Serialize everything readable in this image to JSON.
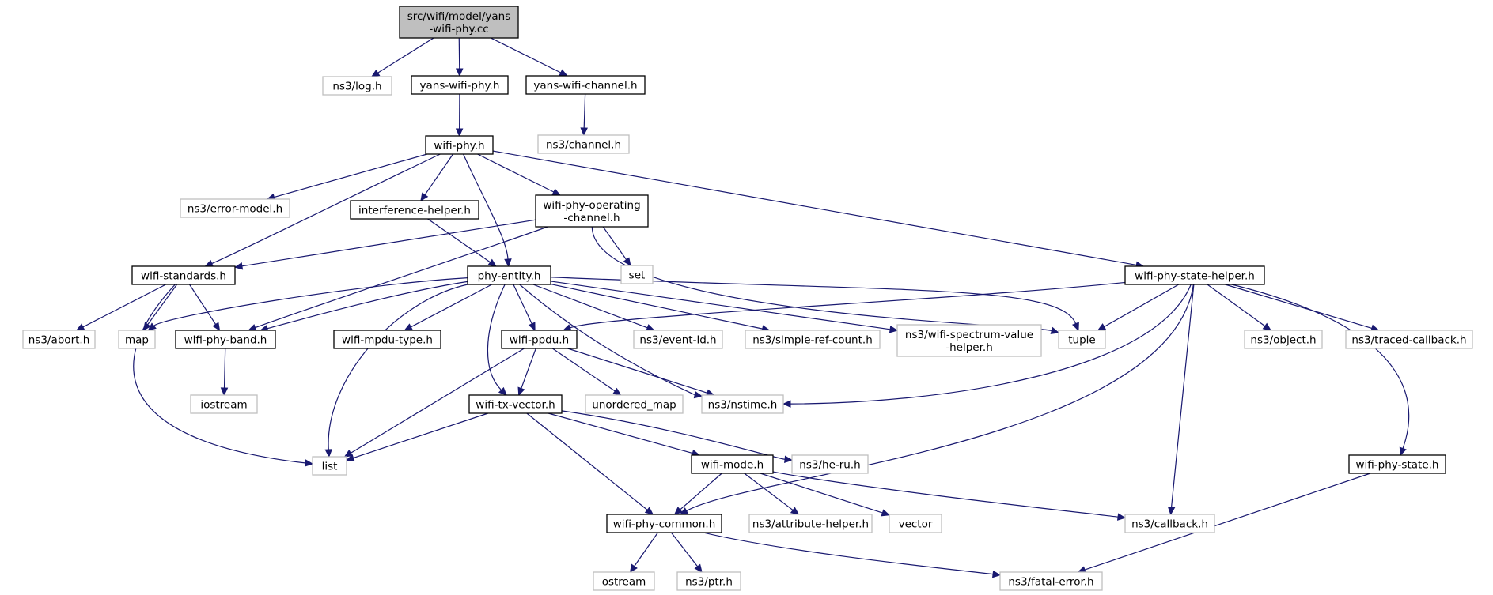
{
  "colors": {
    "edge": "#191970",
    "root_fill": "#bfbfbf",
    "root_border": "#000000",
    "local_border": "#000000",
    "external_border": "#bfbfbf",
    "external_text": "#3c3c3c"
  },
  "nodes": [
    {
      "id": "root",
      "lines": [
        "src/wifi/model/yans",
        "-wifi-phy.cc"
      ],
      "kind": "root"
    },
    {
      "id": "log",
      "lines": [
        "ns3/log.h"
      ],
      "kind": "external"
    },
    {
      "id": "yansphy",
      "lines": [
        "yans-wifi-phy.h"
      ],
      "kind": "local"
    },
    {
      "id": "yanschan",
      "lines": [
        "yans-wifi-channel.h"
      ],
      "kind": "local"
    },
    {
      "id": "channel",
      "lines": [
        "ns3/channel.h"
      ],
      "kind": "external"
    },
    {
      "id": "wifiphy",
      "lines": [
        "wifi-phy.h"
      ],
      "kind": "local"
    },
    {
      "id": "errmodel",
      "lines": [
        "ns3/error-model.h"
      ],
      "kind": "external"
    },
    {
      "id": "interf",
      "lines": [
        "interference-helper.h"
      ],
      "kind": "local"
    },
    {
      "id": "opchan",
      "lines": [
        "wifi-phy-operating",
        "-channel.h"
      ],
      "kind": "local"
    },
    {
      "id": "set",
      "lines": [
        "set"
      ],
      "kind": "external"
    },
    {
      "id": "standards",
      "lines": [
        "wifi-standards.h"
      ],
      "kind": "local"
    },
    {
      "id": "phyentity",
      "lines": [
        "phy-entity.h"
      ],
      "kind": "local"
    },
    {
      "id": "statehelper",
      "lines": [
        "wifi-phy-state-helper.h"
      ],
      "kind": "local"
    },
    {
      "id": "abort",
      "lines": [
        "ns3/abort.h"
      ],
      "kind": "external"
    },
    {
      "id": "map",
      "lines": [
        "map"
      ],
      "kind": "external"
    },
    {
      "id": "band",
      "lines": [
        "wifi-phy-band.h"
      ],
      "kind": "local"
    },
    {
      "id": "mpdutype",
      "lines": [
        "wifi-mpdu-type.h"
      ],
      "kind": "local"
    },
    {
      "id": "ppdu",
      "lines": [
        "wifi-ppdu.h"
      ],
      "kind": "local"
    },
    {
      "id": "eventid",
      "lines": [
        "ns3/event-id.h"
      ],
      "kind": "external"
    },
    {
      "id": "simpleref",
      "lines": [
        "ns3/simple-ref-count.h"
      ],
      "kind": "external"
    },
    {
      "id": "spectrum",
      "lines": [
        "ns3/wifi-spectrum-value",
        "-helper.h"
      ],
      "kind": "external"
    },
    {
      "id": "tuple",
      "lines": [
        "tuple"
      ],
      "kind": "external"
    },
    {
      "id": "object",
      "lines": [
        "ns3/object.h"
      ],
      "kind": "external"
    },
    {
      "id": "traced",
      "lines": [
        "ns3/traced-callback.h"
      ],
      "kind": "external"
    },
    {
      "id": "iostream",
      "lines": [
        "iostream"
      ],
      "kind": "external"
    },
    {
      "id": "txvector",
      "lines": [
        "wifi-tx-vector.h"
      ],
      "kind": "local"
    },
    {
      "id": "unordered",
      "lines": [
        "unordered_map"
      ],
      "kind": "external"
    },
    {
      "id": "nstime",
      "lines": [
        "ns3/nstime.h"
      ],
      "kind": "external"
    },
    {
      "id": "list",
      "lines": [
        "list"
      ],
      "kind": "external"
    },
    {
      "id": "mode",
      "lines": [
        "wifi-mode.h"
      ],
      "kind": "local"
    },
    {
      "id": "heru",
      "lines": [
        "ns3/he-ru.h"
      ],
      "kind": "external"
    },
    {
      "id": "phystate",
      "lines": [
        "wifi-phy-state.h"
      ],
      "kind": "local"
    },
    {
      "id": "common",
      "lines": [
        "wifi-phy-common.h"
      ],
      "kind": "local"
    },
    {
      "id": "attrhelper",
      "lines": [
        "ns3/attribute-helper.h"
      ],
      "kind": "external"
    },
    {
      "id": "vector",
      "lines": [
        "vector"
      ],
      "kind": "external"
    },
    {
      "id": "callback",
      "lines": [
        "ns3/callback.h"
      ],
      "kind": "external"
    },
    {
      "id": "ostream",
      "lines": [
        "ostream"
      ],
      "kind": "external"
    },
    {
      "id": "ptr",
      "lines": [
        "ns3/ptr.h"
      ],
      "kind": "external"
    },
    {
      "id": "fatal",
      "lines": [
        "ns3/fatal-error.h"
      ],
      "kind": "external"
    }
  ],
  "edges": [
    {
      "from": "root",
      "to": "log"
    },
    {
      "from": "root",
      "to": "yansphy"
    },
    {
      "from": "root",
      "to": "yanschan"
    },
    {
      "from": "yanschan",
      "to": "channel"
    },
    {
      "from": "yansphy",
      "to": "wifiphy"
    },
    {
      "from": "wifiphy",
      "to": "errmodel"
    },
    {
      "from": "wifiphy",
      "to": "interf"
    },
    {
      "from": "wifiphy",
      "to": "opchan"
    },
    {
      "from": "wifiphy",
      "to": "standards"
    },
    {
      "from": "wifiphy",
      "to": "phyentity"
    },
    {
      "from": "wifiphy",
      "to": "statehelper"
    },
    {
      "from": "interf",
      "to": "phyentity"
    },
    {
      "from": "opchan",
      "to": "standards"
    },
    {
      "from": "opchan",
      "to": "band"
    },
    {
      "from": "opchan",
      "to": "set"
    },
    {
      "from": "opchan",
      "to": "tuple"
    },
    {
      "from": "standards",
      "to": "abort"
    },
    {
      "from": "standards",
      "to": "map"
    },
    {
      "from": "standards",
      "to": "band"
    },
    {
      "from": "standards",
      "to": "list"
    },
    {
      "from": "band",
      "to": "iostream"
    },
    {
      "from": "phyentity",
      "to": "map"
    },
    {
      "from": "phyentity",
      "to": "band"
    },
    {
      "from": "phyentity",
      "to": "list"
    },
    {
      "from": "phyentity",
      "to": "mpdutype"
    },
    {
      "from": "phyentity",
      "to": "ppdu"
    },
    {
      "from": "phyentity",
      "to": "txvector"
    },
    {
      "from": "phyentity",
      "to": "eventid"
    },
    {
      "from": "phyentity",
      "to": "simpleref"
    },
    {
      "from": "phyentity",
      "to": "spectrum"
    },
    {
      "from": "phyentity",
      "to": "tuple"
    },
    {
      "from": "phyentity",
      "to": "nstime"
    },
    {
      "from": "statehelper",
      "to": "ppdu"
    },
    {
      "from": "statehelper",
      "to": "tuple"
    },
    {
      "from": "statehelper",
      "to": "object"
    },
    {
      "from": "statehelper",
      "to": "traced"
    },
    {
      "from": "statehelper",
      "to": "nstime"
    },
    {
      "from": "statehelper",
      "to": "common"
    },
    {
      "from": "statehelper",
      "to": "callback"
    },
    {
      "from": "statehelper",
      "to": "phystate"
    },
    {
      "from": "ppdu",
      "to": "txvector"
    },
    {
      "from": "ppdu",
      "to": "unordered"
    },
    {
      "from": "ppdu",
      "to": "nstime"
    },
    {
      "from": "ppdu",
      "to": "list"
    },
    {
      "from": "txvector",
      "to": "list"
    },
    {
      "from": "txvector",
      "to": "mode"
    },
    {
      "from": "txvector",
      "to": "heru"
    },
    {
      "from": "txvector",
      "to": "common"
    },
    {
      "from": "mode",
      "to": "common"
    },
    {
      "from": "mode",
      "to": "attrhelper"
    },
    {
      "from": "mode",
      "to": "vector"
    },
    {
      "from": "mode",
      "to": "callback"
    },
    {
      "from": "common",
      "to": "ostream"
    },
    {
      "from": "common",
      "to": "ptr"
    },
    {
      "from": "common",
      "to": "fatal"
    },
    {
      "from": "phystate",
      "to": "fatal"
    }
  ]
}
